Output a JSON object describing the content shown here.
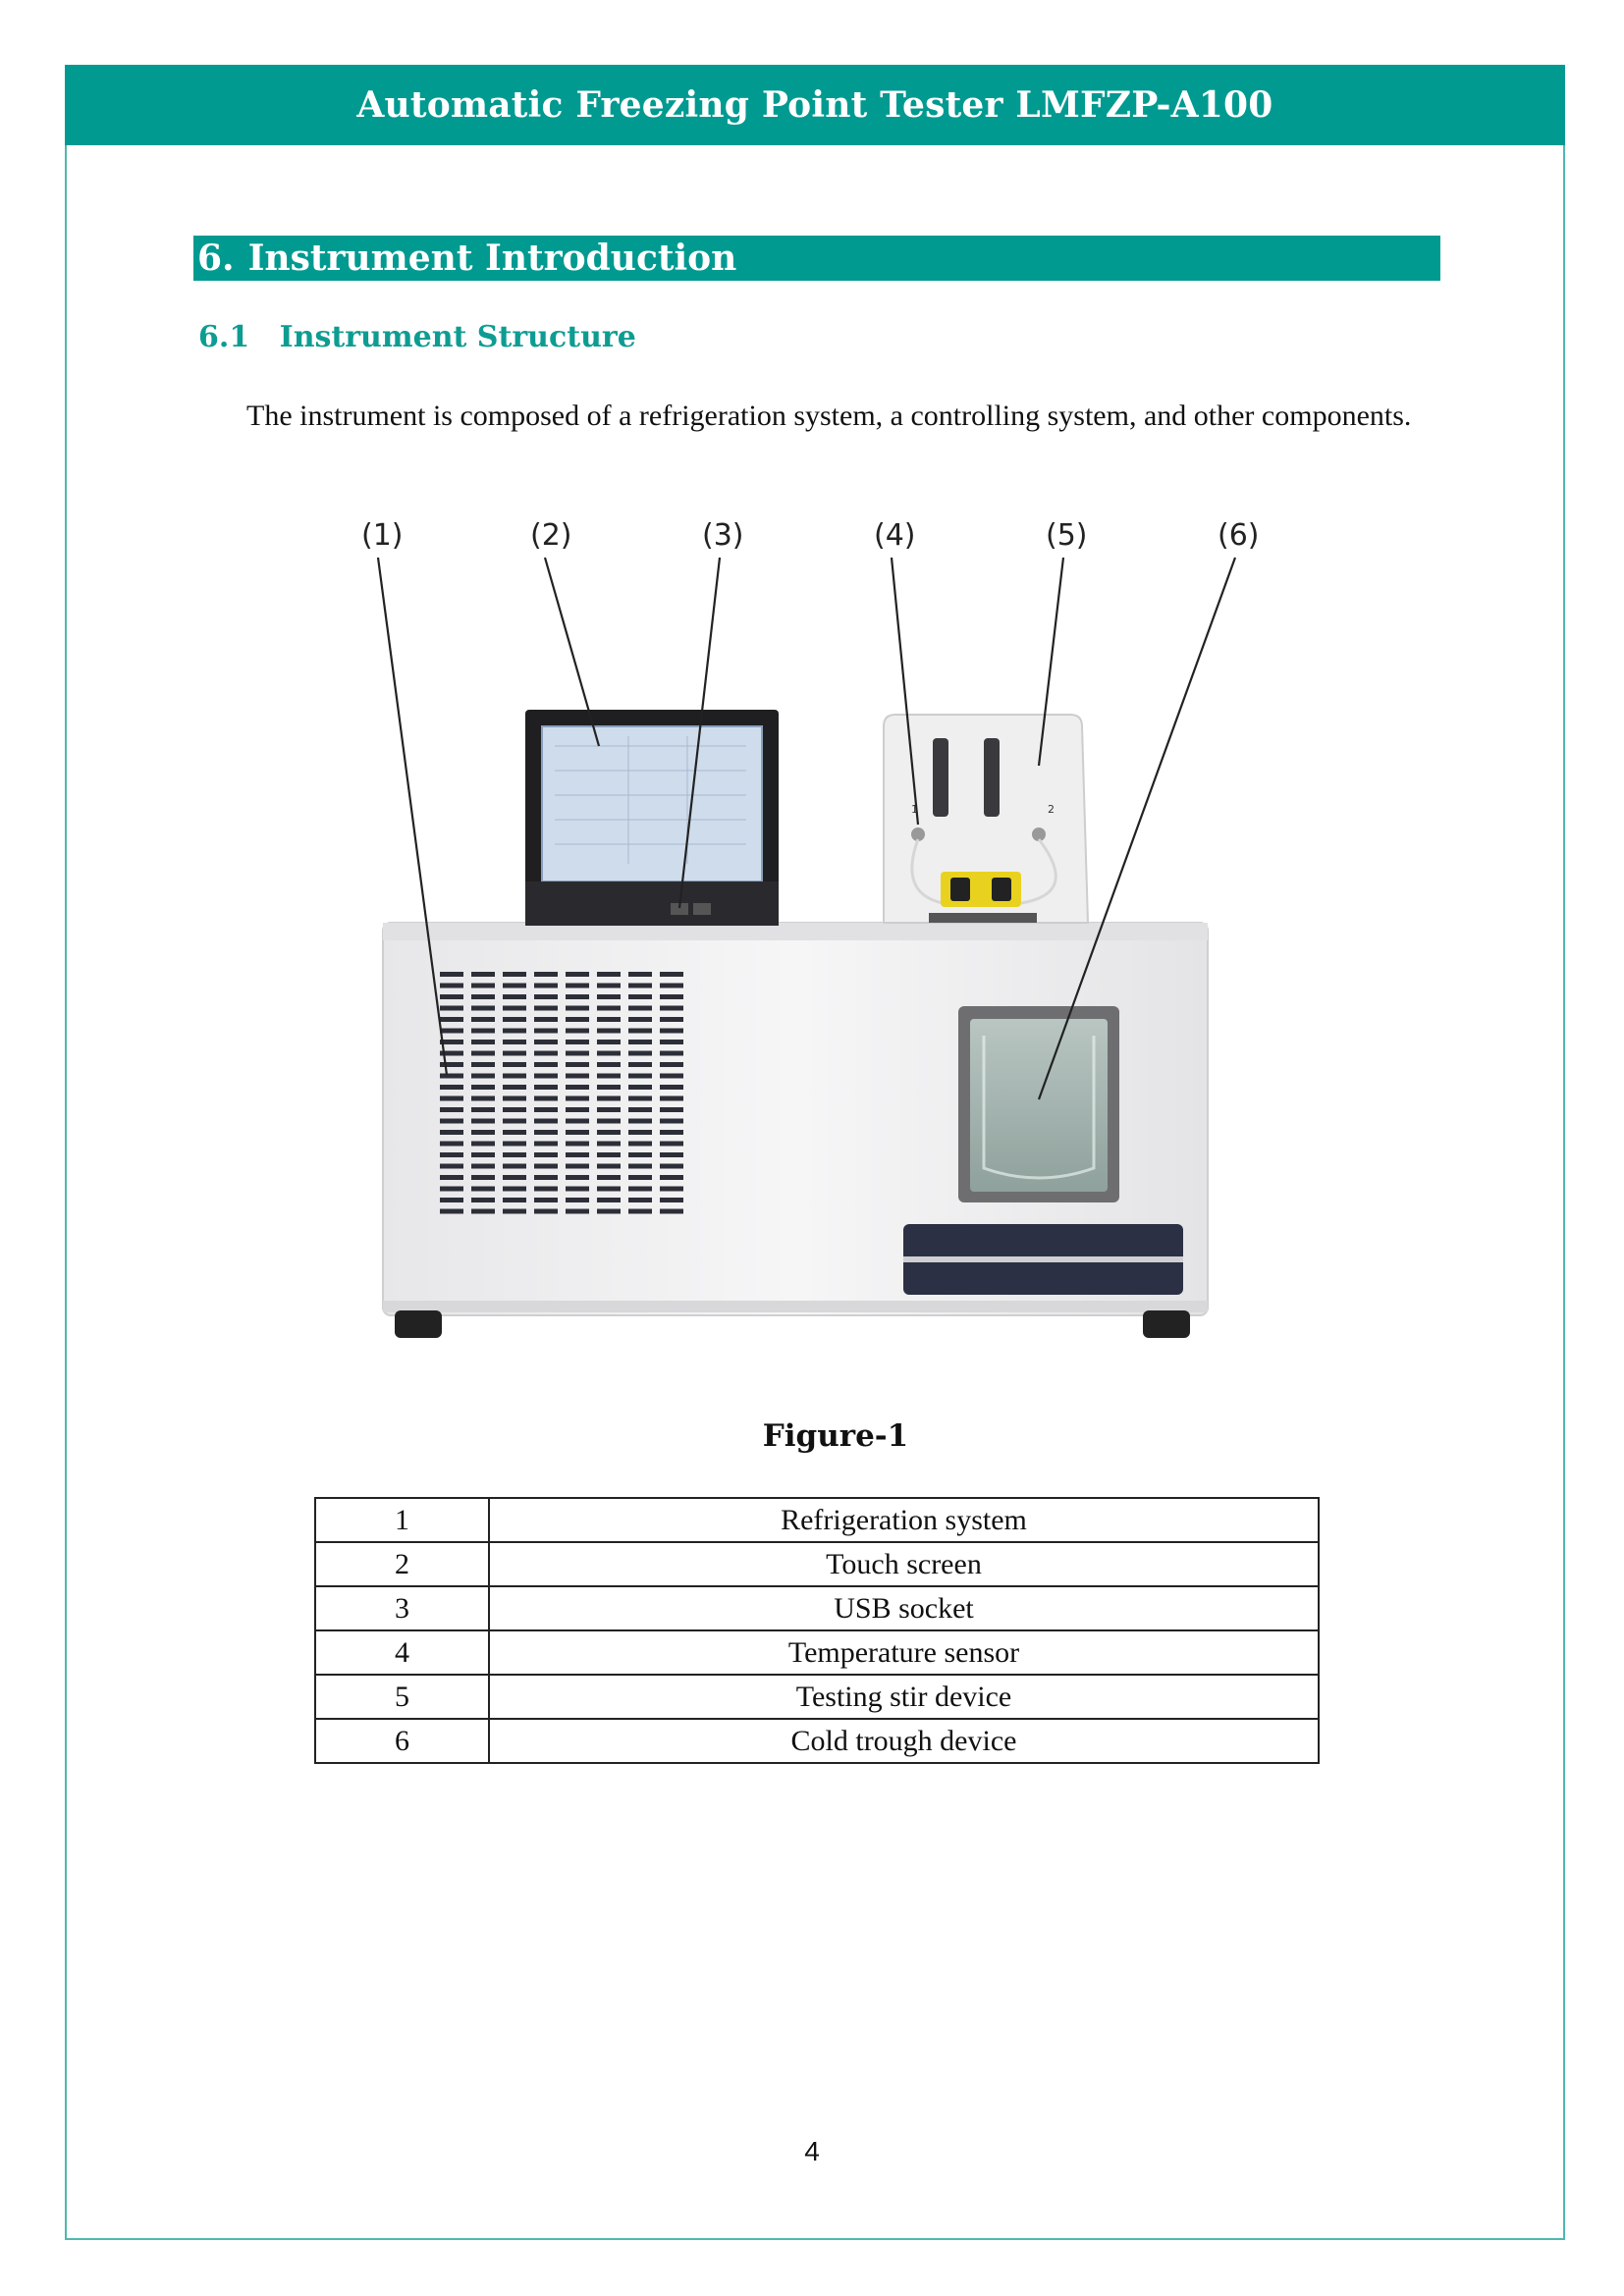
{
  "header": {
    "title": "Automatic Freezing Point Tester LMFZP-A100"
  },
  "section": {
    "number": "6.",
    "title": "Instrument Introduction"
  },
  "subsection": {
    "number": "6.1",
    "title": "Instrument Structure"
  },
  "paragraph": "The instrument is composed of a refrigeration system, a controlling system, and other components.",
  "figure": {
    "callouts": [
      "(1)",
      "(2)",
      "(3)",
      "(4)",
      "(5)",
      "(6)"
    ],
    "caption": "Figure-1",
    "markings": [
      "1",
      "2"
    ]
  },
  "parts_table": [
    {
      "no": "1",
      "name": "Refrigeration system"
    },
    {
      "no": "2",
      "name": "Touch screen"
    },
    {
      "no": "3",
      "name": "USB socket"
    },
    {
      "no": "4",
      "name": "Temperature sensor"
    },
    {
      "no": "5",
      "name": "Testing stir device"
    },
    {
      "no": "6",
      "name": "Cold trough device"
    }
  ],
  "footer": {
    "page_number": "4"
  },
  "colors": {
    "accent": "#009a91",
    "frame": "#4fb9ae",
    "subheading": "#0e9c92"
  }
}
